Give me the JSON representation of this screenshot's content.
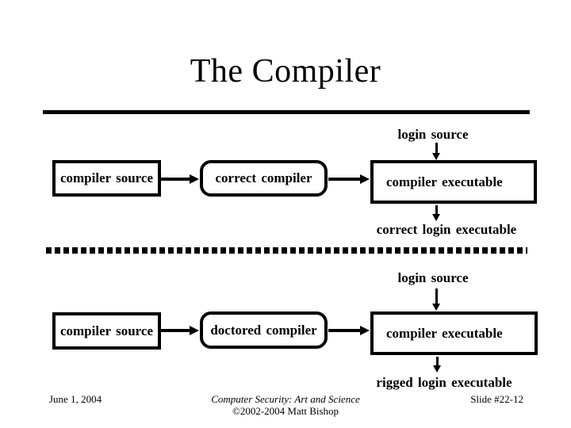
{
  "slide": {
    "title": "The Compiler",
    "footer": {
      "date": "June 1, 2004",
      "book": "Computer Security: Art and Science",
      "copyright": "©2002-2004 Matt Bishop",
      "slide_number": "Slide #22-12"
    }
  },
  "diagram": {
    "top_flow": {
      "input_label": "login source",
      "boxes": [
        {
          "label": "compiler source",
          "shape": "rect"
        },
        {
          "label": "correct compiler",
          "shape": "rounded"
        },
        {
          "label": "compiler executable",
          "shape": "rect"
        }
      ],
      "output_label": "correct login executable"
    },
    "bottom_flow": {
      "input_label": "login source",
      "boxes": [
        {
          "label": "compiler source",
          "shape": "rect"
        },
        {
          "label": "doctored compiler",
          "shape": "rounded"
        },
        {
          "label": "compiler executable",
          "shape": "rect"
        }
      ],
      "output_label": "rigged login executable"
    },
    "colors": {
      "ink": "#000000",
      "background": "#ffffff"
    }
  }
}
